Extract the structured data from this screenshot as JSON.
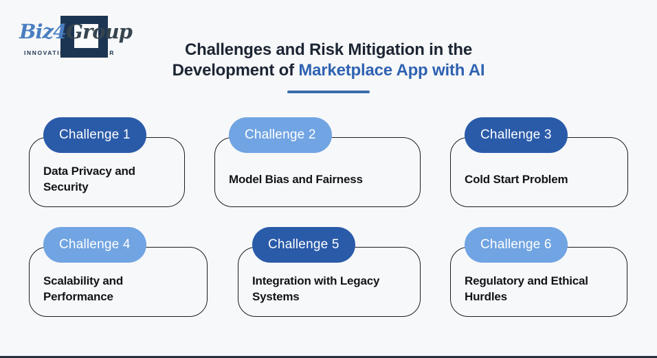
{
  "page": {
    "background_color": "#F7F8FA",
    "bottom_bar_color": "#26313F"
  },
  "logo": {
    "brand_part1": "Biz4",
    "brand_part2": "Group",
    "tagline": "INNOVATING TOGETHER",
    "colors": {
      "brand_blue": "#4A7EC1",
      "brand_dark": "#36454F",
      "square_navy": "#1C3553"
    }
  },
  "title": {
    "line1": "Challenges and Risk Mitigation in the",
    "line2_prefix": "Development of ",
    "line2_highlight": "Marketplace App with AI",
    "text_color": "#1C2533",
    "highlight_color": "#2F62B1",
    "underline_color": "#3A6CA9"
  },
  "cards": [
    {
      "badge": "Challenge 1",
      "badge_color": "#2A5BA9",
      "text": "Data Privacy and Security"
    },
    {
      "badge": "Challenge 2",
      "badge_color": "#71A4E2",
      "text": "Model Bias and Fairness"
    },
    {
      "badge": "Challenge 3",
      "badge_color": "#2A5BA9",
      "text": "Cold Start Problem"
    },
    {
      "badge": "Challenge 4",
      "badge_color": "#71A4E2",
      "text": "Scalability and Performance"
    },
    {
      "badge": "Challenge 5",
      "badge_color": "#2A5BA9",
      "text": "Integration with Legacy Systems"
    },
    {
      "badge": "Challenge 6",
      "badge_color": "#71A4E2",
      "text": "Regulatory and Ethical Hurdles"
    }
  ]
}
